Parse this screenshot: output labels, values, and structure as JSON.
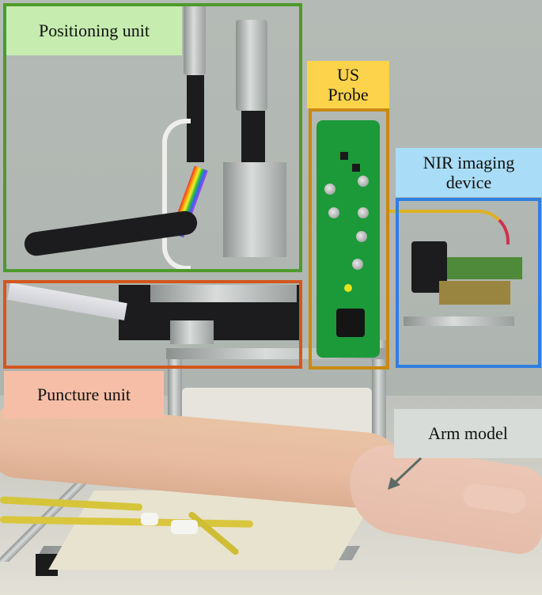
{
  "figure": {
    "description": "Photograph of a robotic venipuncture system with labeled components",
    "labels": {
      "positioning_unit": "Positioning unit",
      "us_probe_line1": "US",
      "us_probe_line2": "Probe",
      "nir_line1": "NIR imaging",
      "nir_line2": "device",
      "puncture_unit": "Puncture unit",
      "arm_model": "Arm model"
    },
    "colors": {
      "positioning_box": "#4e9a2a",
      "positioning_label_bg": "#c6ecb0",
      "us_probe_box": "#c98a10",
      "us_probe_label_bg": "#fcd34a",
      "nir_box": "#2f7fe0",
      "nir_label_bg": "#a9dcf6",
      "puncture_box": "#d4561c",
      "puncture_label_bg": "#f6bea6",
      "arm_label_bg": "#d7dcd8",
      "arrow": "#5b6b66"
    }
  }
}
